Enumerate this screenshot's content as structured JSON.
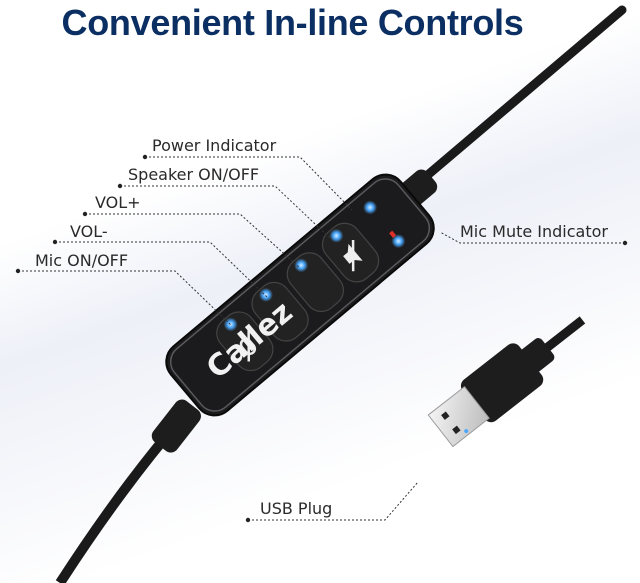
{
  "title": "Convenient In-line Controls",
  "brand": "Callez",
  "labels": {
    "power_indicator": "Power Indicator",
    "speaker_on_off": "Speaker ON/OFF",
    "vol_plus": "VOL+",
    "vol_minus": "VOL-",
    "mic_on_off": "Mic ON/OFF",
    "mic_mute_indicator": "Mic Mute Indicator",
    "usb_plug": "USB Plug"
  },
  "colors": {
    "title": "#0c2f63",
    "led_blue": "#4aa8ff",
    "led_red": "#e0302a",
    "device_body": "#1c1c1e"
  }
}
